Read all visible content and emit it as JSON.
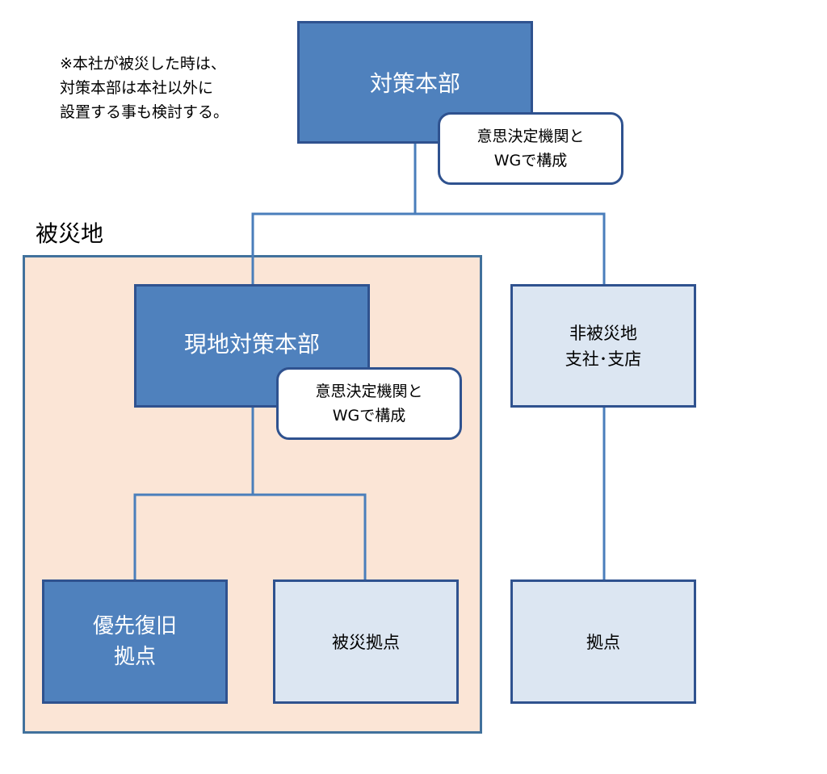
{
  "note": "※本社が被災した時は、\n対策本部は本社以外に\n設置する事も検討する。",
  "region": {
    "label": "被災地"
  },
  "nodes": {
    "hq": "対策本部",
    "local_hq": "現地対策本部",
    "non_affected": "非被災地\n支社･支店",
    "priority_base": "優先復旧\n拠点",
    "affected_base": "被災拠点",
    "base": "拠点"
  },
  "callouts": {
    "hq": "意思決定機関と\nWGで構成",
    "local_hq": "意思決定機関と\nWGで構成"
  },
  "colors": {
    "dark_box": "#4f81bd",
    "light_box": "#dce6f2",
    "region_fill": "#fbe5d6",
    "border": "#2f528f"
  }
}
